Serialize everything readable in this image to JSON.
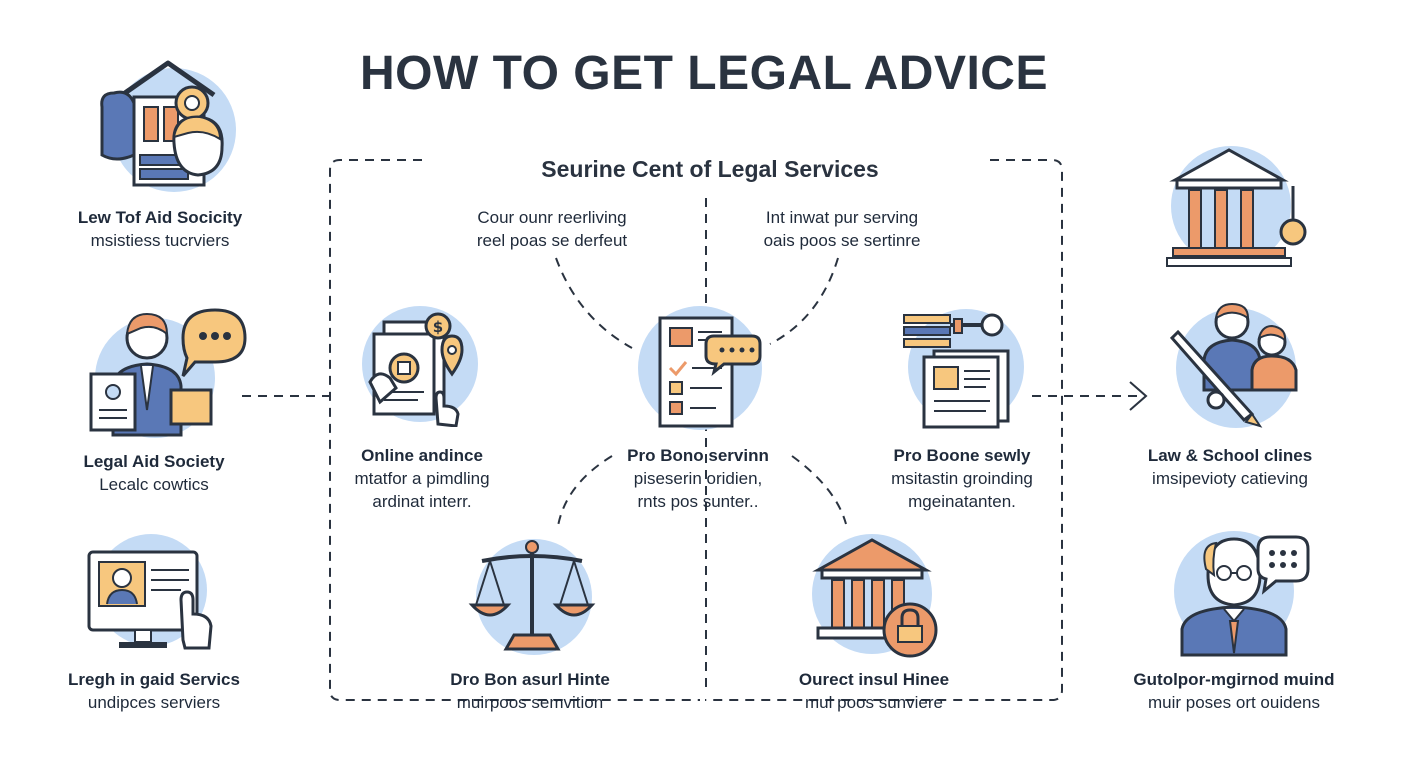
{
  "title": "HOW TO GET LEGAL ADVICE",
  "center_section": {
    "title": "Seurine Cent of Legal Services",
    "desc_left": [
      "Cour ounr reerliving",
      "reel poas se derfeut"
    ],
    "desc_right": [
      "Int inwat pur serving",
      "oais poos se sertinre"
    ]
  },
  "left_items": [
    {
      "heading": "Lew Tof Aid Socicity",
      "sub": "msistiess tucrviers"
    },
    {
      "heading": "Legal Aid Society",
      "sub": "Lecalc cowtics"
    },
    {
      "heading": "Lregh in gaid Servics",
      "sub": "undipces serviers"
    }
  ],
  "middle_items": [
    {
      "heading": "Online andince",
      "lines": [
        "mtatfor a pimdling",
        "ardinat interr."
      ]
    },
    {
      "heading": "Pro  Bono servinn",
      "lines": [
        "piseserin oridien,",
        "rnts pos sunter.."
      ]
    },
    {
      "heading": "Pro Boone sewly",
      "lines": [
        "msitastin groinding",
        "mgeinatanten."
      ]
    },
    {
      "heading": "Dro Bon asurl Hinte",
      "lines": [
        "muirpoos semvition"
      ]
    },
    {
      "heading": "Ourect insul Hinee",
      "lines": [
        "mul poos sunviere"
      ]
    }
  ],
  "right_items": [
    {
      "heading": "Law & School clines",
      "sub": "imsipevioty catieving"
    },
    {
      "heading": "Gutolpor-mgirnod muind",
      "sub": "muir poses ort ouidens"
    }
  ],
  "colors": {
    "accent_blue": "#c4dbf5",
    "accent_orange": "#ec9a6a",
    "accent_yellow": "#f7c77e",
    "line_navy": "#2a3340",
    "person_blue": "#5a78b6"
  }
}
